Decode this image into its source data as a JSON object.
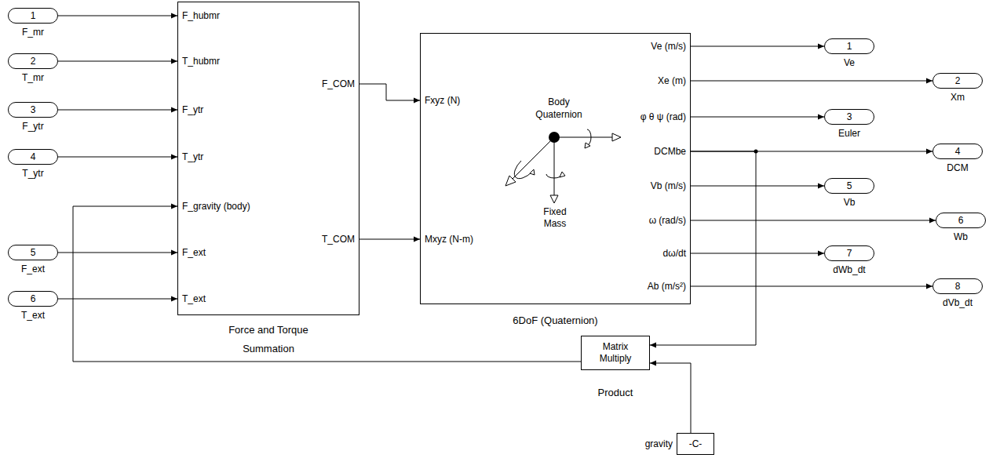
{
  "diagram": {
    "nodes": [
      {
        "text": [
          "1",
          "F_mr"
        ]
      },
      {
        "text": [
          "2",
          "T_mr"
        ]
      },
      {
        "text": [
          "3",
          "F_ytr"
        ]
      },
      {
        "text": [
          "4",
          "T_ytr"
        ]
      },
      {
        "text": [
          "5",
          "F_ext"
        ]
      },
      {
        "text": [
          "6",
          "T_ext"
        ]
      },
      {
        "text": [
          "F_hubmr",
          "T_hubmr",
          "F_ytr",
          "T_ytr",
          "F_gravity (body)",
          "F_ext",
          "T_ext",
          "F_COM",
          "T_COM",
          "Force and Torque Summation"
        ]
      },
      {
        "text": [
          "Fxyz (N)",
          "Mxyz (N-m)",
          "Ve (m/s)",
          "Xe (m)",
          "φ θ ψ (rad)",
          "DCMbe",
          "Vb (m/s)",
          "ω (rad/s)",
          "dω/dt",
          "Ab (m/s²)",
          "6DoF (Quaternion)",
          "Body Quaternion",
          "Fixed Mass"
        ]
      },
      {
        "text": [
          "1",
          "Ve"
        ]
      },
      {
        "text": [
          "2",
          "Xm"
        ]
      },
      {
        "text": [
          "3",
          "Euler"
        ]
      },
      {
        "text": [
          "4",
          "DCM"
        ]
      },
      {
        "text": [
          "5",
          "Vb"
        ]
      },
      {
        "text": [
          "6",
          "Wb"
        ]
      },
      {
        "text": [
          "7",
          "dWb_dt"
        ]
      },
      {
        "text": [
          "8",
          "dVb_dt"
        ]
      },
      {
        "text": [
          "Matrix Multiply",
          "Product"
        ]
      },
      {
        "text": [
          "-C-",
          "gravity"
        ]
      }
    ],
    "edges": [
      {
        "from": 0,
        "to": 6,
        "arrow": "to"
      },
      {
        "from": 1,
        "to": 6,
        "arrow": "to"
      },
      {
        "from": 2,
        "to": 6,
        "arrow": "to"
      },
      {
        "from": 3,
        "to": 6,
        "arrow": "to"
      },
      {
        "from": 4,
        "to": 6,
        "arrow": "to"
      },
      {
        "from": 5,
        "to": 6,
        "arrow": "to"
      },
      {
        "from": 6,
        "to": 7,
        "arrow": "to"
      },
      {
        "from": 6,
        "to": 7,
        "arrow": "to"
      },
      {
        "from": 7,
        "to": 8,
        "arrow": "to"
      },
      {
        "from": 7,
        "to": 9,
        "arrow": "to"
      },
      {
        "from": 7,
        "to": 10,
        "arrow": "to"
      },
      {
        "from": 7,
        "to": 11,
        "arrow": "to"
      },
      {
        "from": 7,
        "to": 12,
        "arrow": "to"
      },
      {
        "from": 7,
        "to": 13,
        "arrow": "to"
      },
      {
        "from": 7,
        "to": 14,
        "arrow": "to"
      },
      {
        "from": 7,
        "to": 15,
        "arrow": "to"
      },
      {
        "from": 7,
        "to": 16,
        "arrow": "to"
      },
      {
        "from": 17,
        "to": 16,
        "arrow": "to"
      },
      {
        "from": 16,
        "to": 6,
        "arrow": "to"
      }
    ]
  }
}
